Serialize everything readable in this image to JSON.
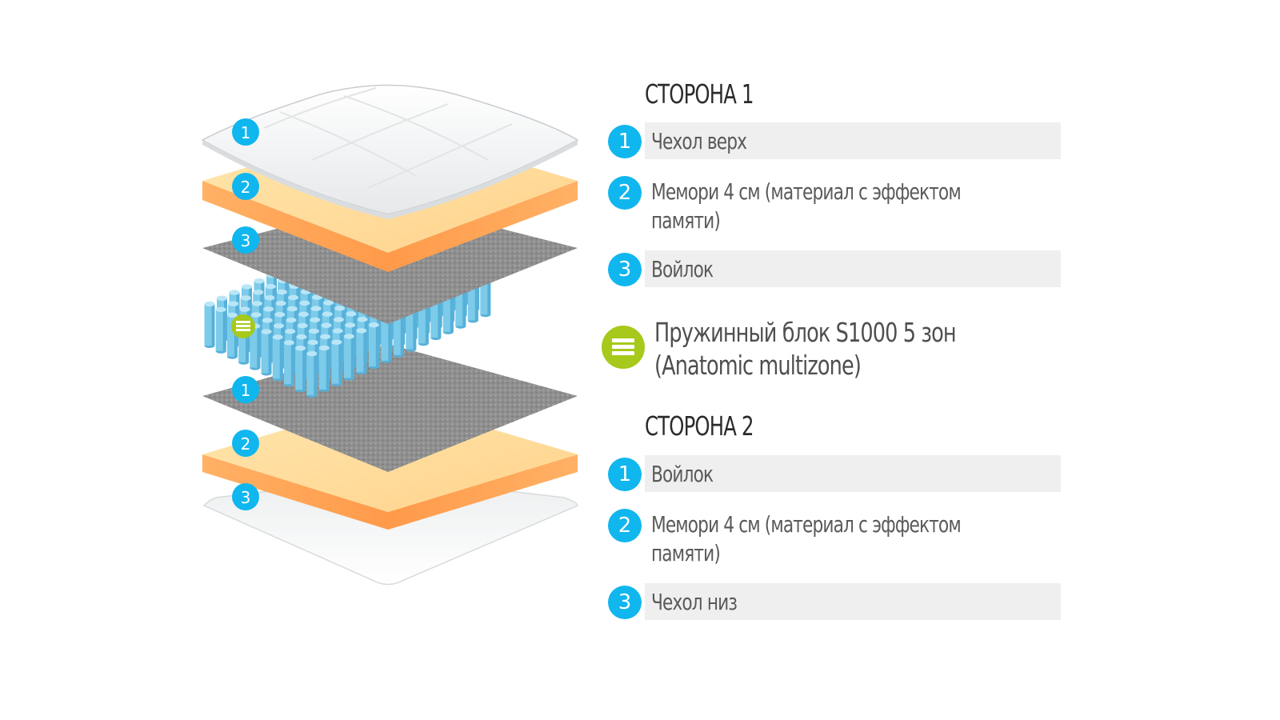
{
  "side1": {
    "title": "СТОРОНА 1",
    "layers": [
      {
        "num": "1",
        "label": "Чехол верх"
      },
      {
        "num": "2",
        "label": "Мемори 4 см (материал с эффектом памяти)"
      },
      {
        "num": "3",
        "label": "Войлок"
      }
    ]
  },
  "spring_block": {
    "label": "Пружинный блок S1000 5 зон (Anatomic multizone)"
  },
  "side2": {
    "title": "СТОРОНА 2",
    "layers": [
      {
        "num": "1",
        "label": "Войлок"
      },
      {
        "num": "2",
        "label": "Мемори 4 см (материал с эффектом памяти)"
      },
      {
        "num": "3",
        "label": "Чехол низ"
      }
    ]
  },
  "colors": {
    "badge_blue": "#10b6ee",
    "spring_green": "#a6c91b",
    "memory_foam_orange": "#ff9e52",
    "felt_grey": "#8c8c8c",
    "spring_blue": "#7ccbea"
  }
}
